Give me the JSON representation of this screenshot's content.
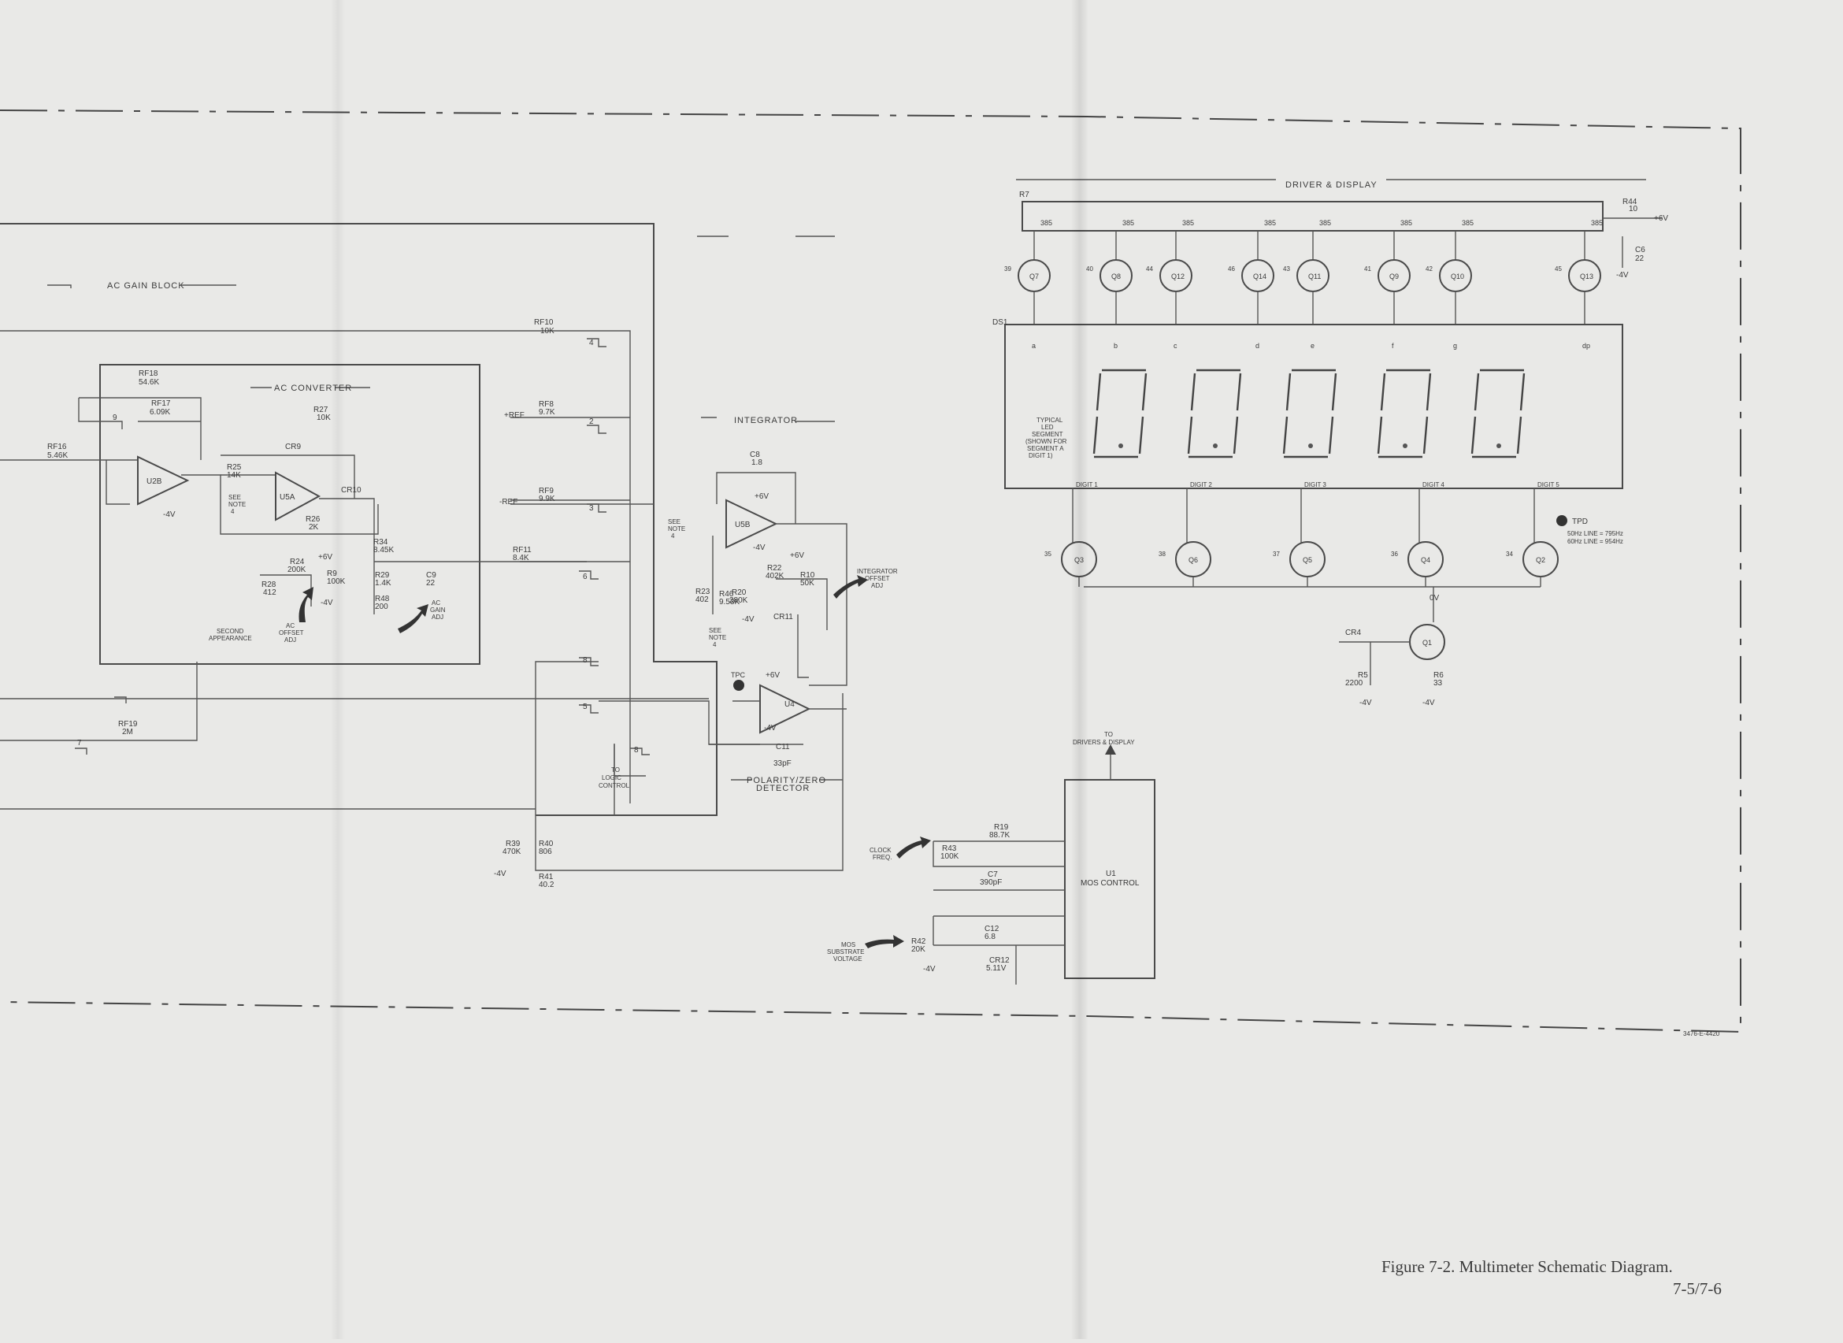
{
  "labels": {
    "ac_gain_block": "AC GAIN BLOCK",
    "ac_converter": "AC CONVERTER",
    "integrator": "INTEGRATOR",
    "polarity_zero": "POLARITY/ZERO",
    "detector": "DETECTOR",
    "driver_display": "DRIVER & DISPLAY",
    "tpc": "TPC",
    "tpd": "TPD",
    "line_50": "50Hz LINE = 795Hz",
    "line_60": "60Hz LINE = 954Hz",
    "plus_ref": "+REF",
    "minus_ref": "-REF",
    "see_note_a": "SEE",
    "note_word": "NOTE",
    "note_num": "4",
    "ac": "AC",
    "gain": "GAIN",
    "adj": "ADJ",
    "offset": "OFFSET",
    "second": "SECOND",
    "appearance": "APPEARANCE",
    "integrator_short": "INTEGRATOR",
    "to": "TO",
    "logic": "LOGIC",
    "control": "CONTROL",
    "to_drivers": "DRIVERS & DISPLAY",
    "clock": "CLOCK",
    "freq": "FREQ.",
    "mos": "MOS",
    "substrate": "SUBSTRATE",
    "voltage": "VOLTAGE",
    "typical": "TYPICAL",
    "led": "LED",
    "segment": "SEGMENT",
    "shown_for": "(SHOWN FOR",
    "segment_a": "SEGMENT A",
    "digit_1": "DIGIT 1)",
    "zero_v": "0V",
    "drawing_no": "3476-E-4420"
  },
  "supply": {
    "plus6": "+6V",
    "minus4": "-4V"
  },
  "tabs": [
    "4",
    "2",
    "3",
    "6",
    "8",
    "5",
    "8",
    "7",
    "9"
  ],
  "components": {
    "u2b": "U2B",
    "u5a": "U5A",
    "u5b": "U5B",
    "u4": "U4",
    "u1": "U1",
    "u1_name": "MOS CONTROL",
    "rf18": "RF18",
    "rf18_val": "54.6K",
    "rf17": "RF17",
    "rf17_val": "6.09K",
    "rf16": "RF16",
    "rf16_val": "5.46K",
    "r25": "R25",
    "r25_val": "14K",
    "r27": "R27",
    "r27_val": "10K",
    "cr9": "CR9",
    "cr10": "CR10",
    "r26": "R26",
    "r26_val": "2K",
    "r34": "R34",
    "r34_val": "8.45K",
    "r24": "R24",
    "r24_val": "200K",
    "r9": "R9",
    "r9_val": "100K",
    "r28": "R28",
    "r28_val": "412",
    "r29": "R29",
    "r29_val": "1.4K",
    "r48": "R48",
    "r48_val": "200",
    "c9": "C9",
    "c9_val": "22",
    "rf10": "RF10",
    "rf10_val": "10K",
    "rf8": "RF8",
    "rf8_val": "9.7K",
    "rf9": "RF9",
    "rf9_val": "9.9K",
    "rf11": "RF11",
    "rf11_val": "8.4K",
    "rf19": "RF19",
    "rf19_val": "2M",
    "r39": "R39",
    "r39_val": "470K",
    "r40": "R40",
    "r40_val": "806",
    "r41": "R41",
    "r41_val": "40.2",
    "c8": "C8",
    "c8_val": "1.8",
    "r46": "R46",
    "r46_val": "9.53K",
    "r22": "R22",
    "r22_val": "402K",
    "r10": "R10",
    "r10_val": "50K",
    "r23": "R23",
    "r23_val": "402",
    "r20": "R20",
    "r20_val": "280K",
    "cr11": "CR11",
    "c11": "C11",
    "c11_val": "33pF",
    "r7": "R7",
    "r44": "R44",
    "r44_val": "10",
    "c6": "C6",
    "c6_val": "22",
    "ds1": "DS1",
    "q1": "Q1",
    "cr4": "CR4",
    "r5": "R5",
    "r5_val": "2200",
    "r6": "R6",
    "r6_val": "33",
    "r19": "R19",
    "r19_val": "88.7K",
    "r43": "R43",
    "r43_val": "100K",
    "c7": "C7",
    "c7_val": "390pF",
    "c12": "C12",
    "c12_val": "6.8",
    "r42": "R42",
    "r42_val": "20K",
    "cr12": "CR12",
    "cr12_val": "5.11V"
  },
  "network_values": [
    "385",
    "385",
    "385",
    "385",
    "385",
    "385",
    "385",
    "385"
  ],
  "segment_transistors": [
    {
      "name": "Q7",
      "pin": "39",
      "seg": "a"
    },
    {
      "name": "Q8",
      "pin": "40",
      "seg": "b"
    },
    {
      "name": "Q12",
      "pin": "44",
      "seg": "c"
    },
    {
      "name": "Q14",
      "pin": "46",
      "seg": "d"
    },
    {
      "name": "Q11",
      "pin": "43",
      "seg": "e"
    },
    {
      "name": "Q9",
      "pin": "41",
      "seg": "f"
    },
    {
      "name": "Q10",
      "pin": "42",
      "seg": "g"
    },
    {
      "name": "Q13",
      "pin": "45",
      "seg": "dp"
    }
  ],
  "digit_labels": [
    "DIGIT 1",
    "DIGIT 2",
    "DIGIT 3",
    "DIGIT 4",
    "DIGIT 5"
  ],
  "digit_transistors": [
    {
      "name": "Q3",
      "pin": "35"
    },
    {
      "name": "Q6",
      "pin": "38"
    },
    {
      "name": "Q5",
      "pin": "37"
    },
    {
      "name": "Q4",
      "pin": "36"
    },
    {
      "name": "Q2",
      "pin": "34"
    }
  ],
  "caption": {
    "title": "Figure 7-2. Multimeter Schematic Diagram.",
    "page": "7-5/7-6"
  }
}
